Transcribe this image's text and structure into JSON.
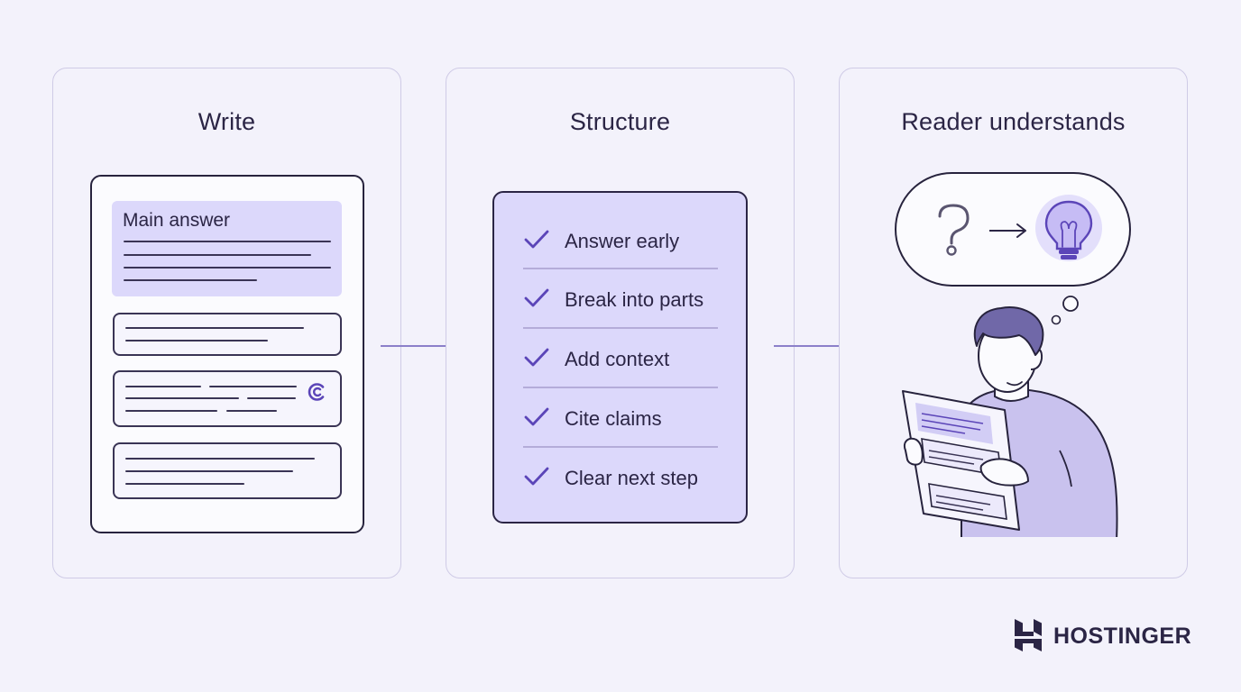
{
  "steps": [
    {
      "title": "Write"
    },
    {
      "title": "Structure"
    },
    {
      "title": "Reader understands"
    }
  ],
  "write_panel": {
    "main_answer_label": "Main answer",
    "cite_icon": "cite-c-icon"
  },
  "structure_panel": {
    "items": [
      {
        "label": "Answer early",
        "icon": "checkmark-icon"
      },
      {
        "label": "Break into parts",
        "icon": "checkmark-icon"
      },
      {
        "label": "Add context",
        "icon": "checkmark-icon"
      },
      {
        "label": "Cite claims",
        "icon": "checkmark-icon"
      },
      {
        "label": "Clear next step",
        "icon": "checkmark-icon"
      }
    ]
  },
  "reader_panel": {
    "thought_icons": [
      "question-mark-icon",
      "arrow-right-icon",
      "lightbulb-icon"
    ]
  },
  "brand": {
    "name": "HOSTINGER",
    "icon": "hostinger-logo-icon"
  },
  "colors": {
    "background": "#f3f2fb",
    "accent": "#dcd8fb",
    "accent_dark": "#5b45b8",
    "ink": "#2b2545",
    "panel_border": "#cfcbe6"
  }
}
